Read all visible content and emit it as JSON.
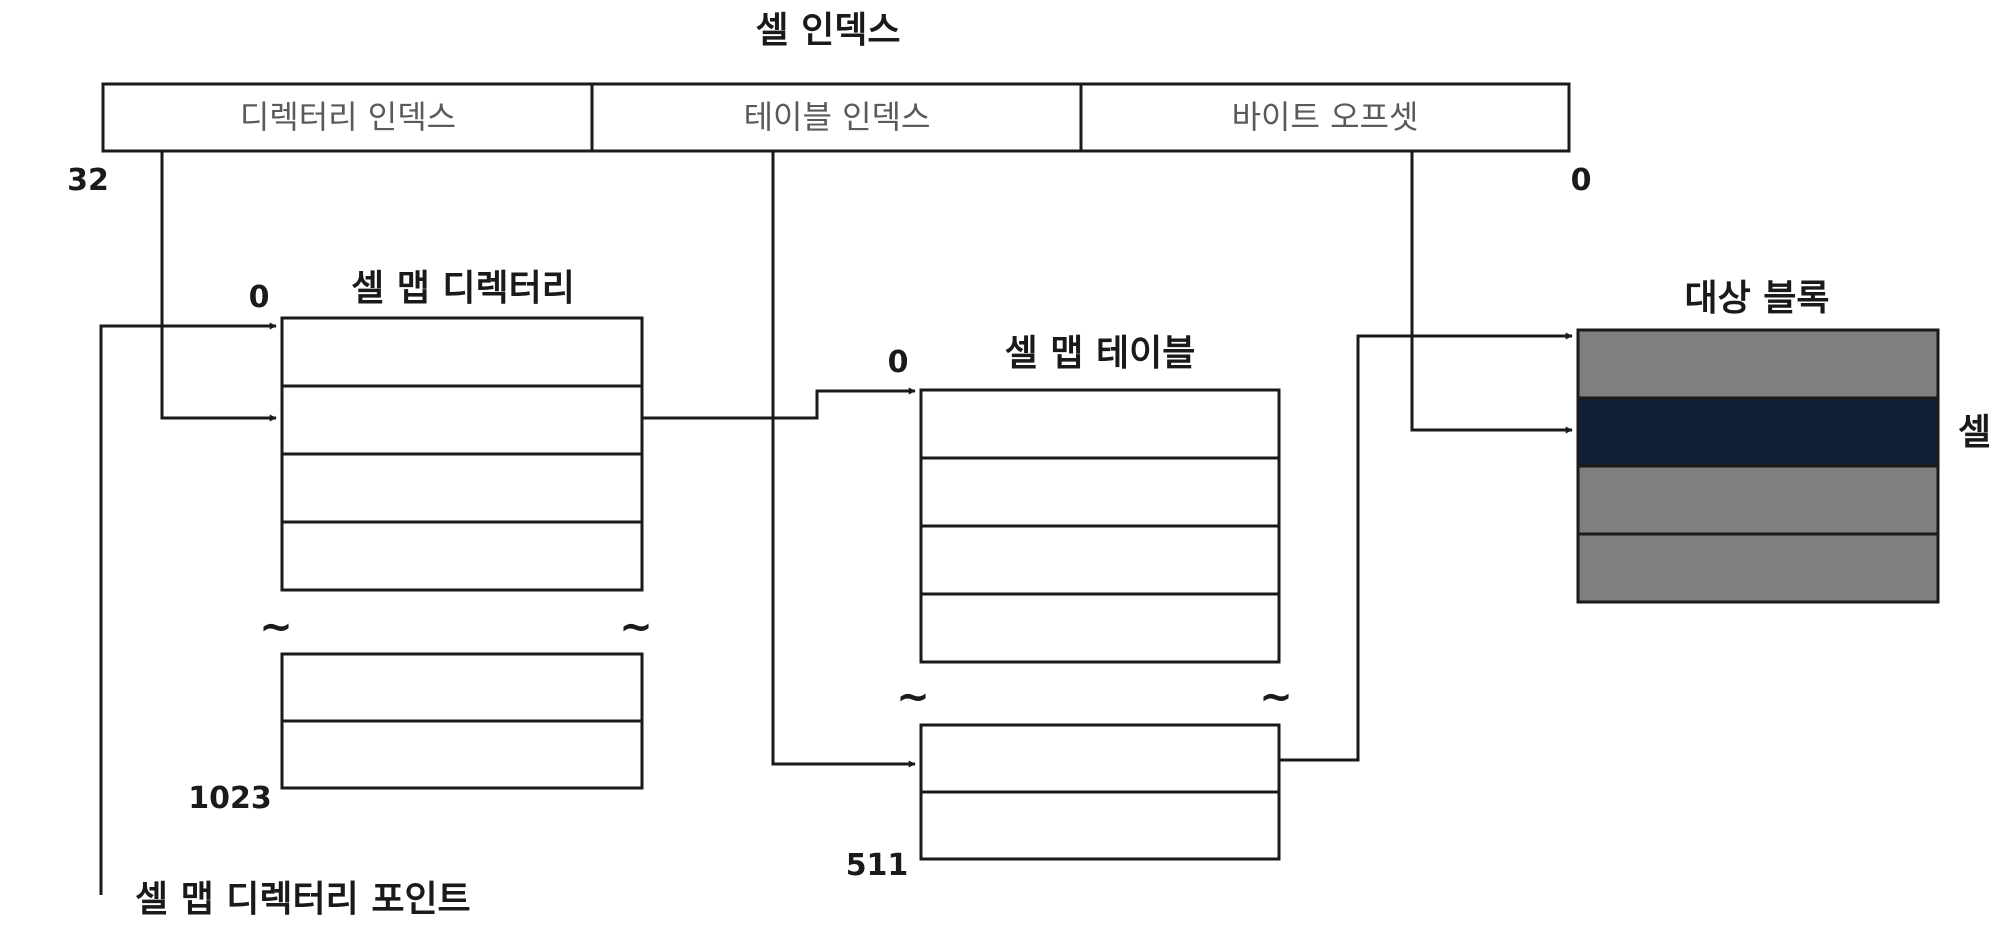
{
  "title": "셀 인덱스",
  "fields": [
    "디렉터리 인덱스",
    "테이블 인덱스",
    "바이트 오프셋"
  ],
  "bit_high": "32",
  "bit_low": "0",
  "directory": {
    "title": "셀 맵 디렉터리",
    "first_index": "0",
    "last_index": "1023"
  },
  "table": {
    "title": "셀 맵 테이블",
    "first_index": "0",
    "last_index": "511"
  },
  "block": {
    "title": "대상 블록",
    "cell_label": "셀"
  },
  "pointer_label": "셀 맵 디렉터리 포인트",
  "ellipsis": "~",
  "colors": {
    "block_fill": "#7f7f7f",
    "cell_fill": "#112038",
    "line": "#1a1a1a"
  }
}
